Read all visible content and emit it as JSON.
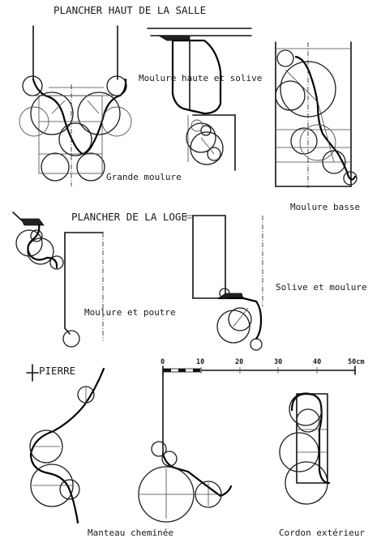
{
  "headings": {
    "plancher_haut": "PLANCHER HAUT DE LA SALLE",
    "plancher_loge": "PLANCHER DE LA LOGE",
    "pierre": "PIERRE"
  },
  "captions": {
    "grande_moulure": "Grande moulure",
    "moulure_haute": "Moulure haute et solive",
    "moulure_basse": "Moulure basse",
    "moulure_poutre": "Moulure et poutre",
    "solive_moulure": "Solive et  moulure",
    "manteau_cheminee": "Manteau cheminée",
    "cordon_exterieur": "Cordon extérieur"
  },
  "scale_bar": {
    "labels": [
      "0",
      "10",
      "20",
      "30",
      "40",
      "50cm"
    ]
  }
}
